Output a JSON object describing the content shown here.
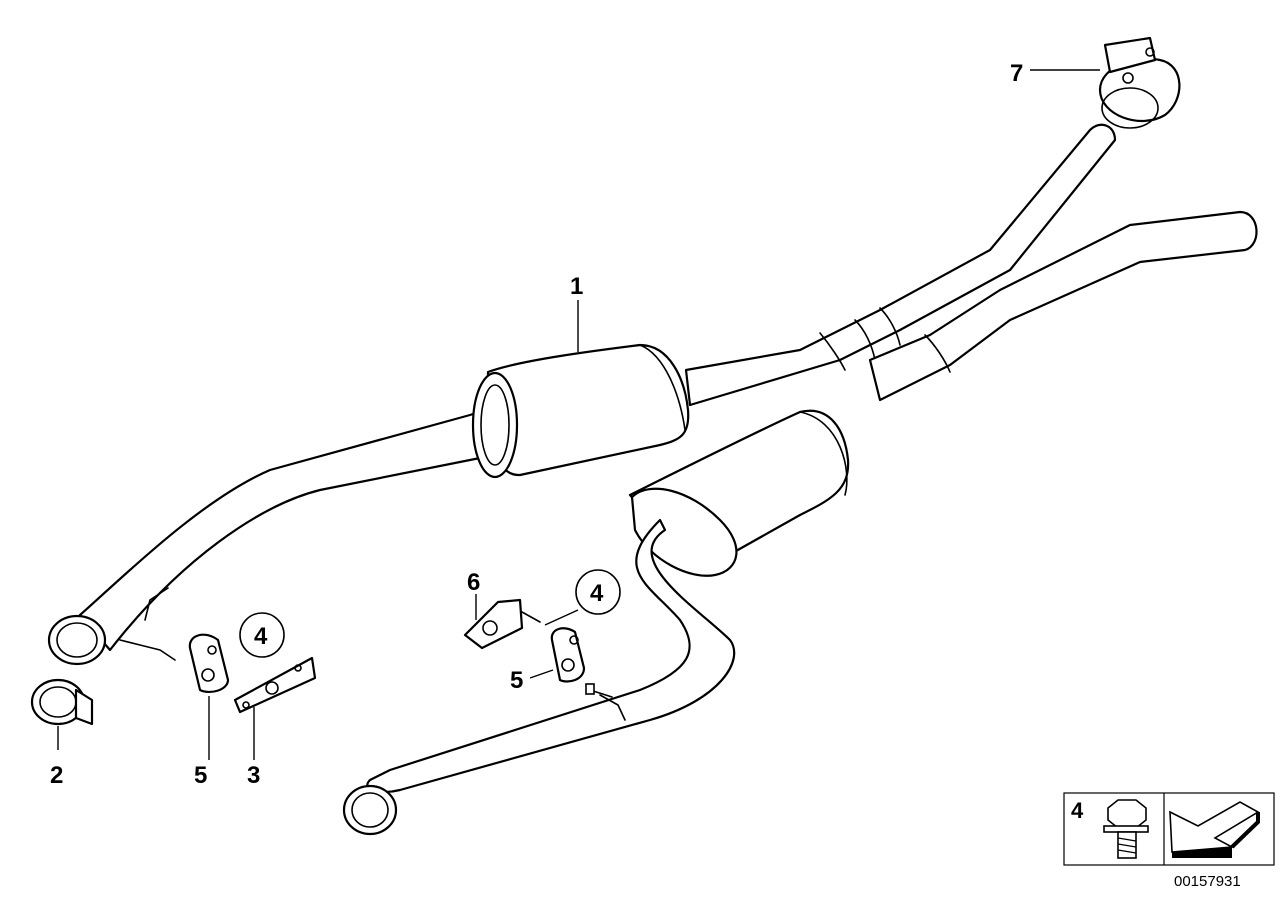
{
  "diagram": {
    "callouts": {
      "c1": "1",
      "c2": "2",
      "c3": "3",
      "c4a": "4",
      "c4b": "4",
      "c5a": "5",
      "c5b": "5",
      "c6": "6",
      "c7": "7"
    },
    "legend": {
      "part_number": "4"
    },
    "reference_number": "00157931"
  }
}
